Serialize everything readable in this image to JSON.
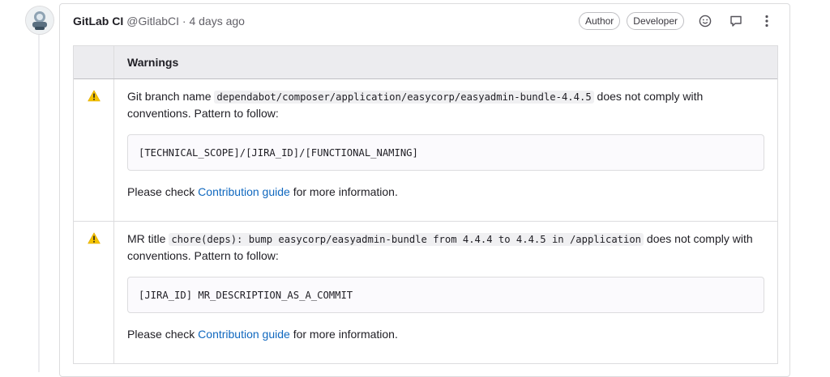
{
  "note": {
    "author_name": "GitLab CI",
    "author_meta": "@GitlabCI · 4 days ago",
    "badges": {
      "author": "Author",
      "role": "Developer"
    },
    "icons": [
      "smiley-icon",
      "comment-icon",
      "more-vertical-icon"
    ]
  },
  "table": {
    "header": "Warnings",
    "rows": [
      {
        "icon": "warning-icon",
        "prefix": "Git branch name",
        "code": "dependabot/composer/application/easycorp/easyadmin-bundle-4.4.5",
        "suffix": "does not comply with conventions. Pattern to follow:",
        "pattern": "[TECHNICAL_SCOPE]/[JIRA_ID]/[FUNCTIONAL_NAMING]",
        "footer_prefix": "Please check",
        "footer_link": "Contribution guide",
        "footer_suffix": "for more information."
      },
      {
        "icon": "warning-icon",
        "prefix": "MR title",
        "code": "chore(deps): bump easycorp/easyadmin-bundle from 4.4.4 to 4.4.5 in /application",
        "suffix": "does not comply with conventions. Pattern to follow:",
        "pattern": "[JIRA_ID] MR_DESCRIPTION_AS_A_COMMIT",
        "footer_prefix": "Please check",
        "footer_link": "Contribution guide",
        "footer_suffix": "for more information."
      }
    ]
  },
  "colors": {
    "link": "#1068bf",
    "warning": "#f5c400",
    "border": "#dcdcde",
    "header_bg": "#ececef"
  }
}
